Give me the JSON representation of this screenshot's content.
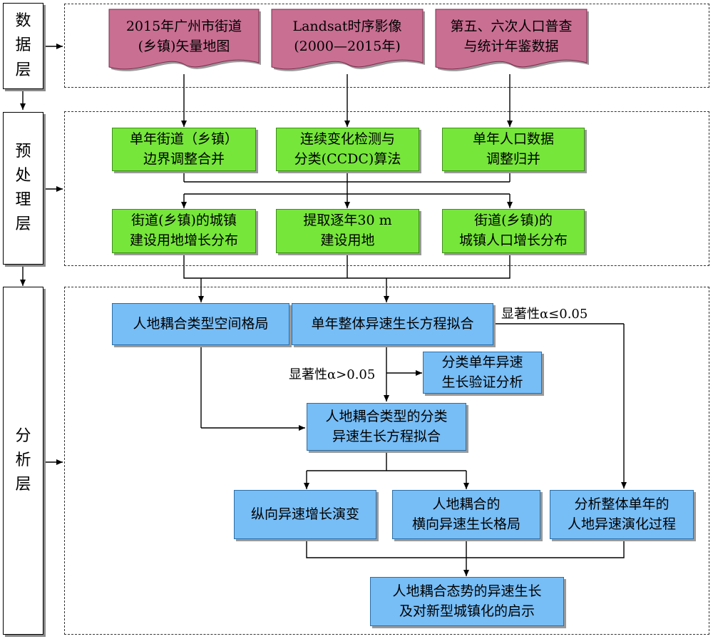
{
  "layers": {
    "data": "数据层",
    "preprocess": "预处理层",
    "analysis": "分析层"
  },
  "sources": {
    "vector_map": "2015年广州市街道\n(乡镇)矢量地图",
    "landsat": "Landsat时序影像\n(2000—2015年)",
    "census": "第五、六次人口普查\n与统计年鉴数据"
  },
  "preprocess": {
    "boundary_merge": "单年街道（乡镇）\n边界调整合并",
    "ccdc": "连续变化检测与\n分类(CCDC)算法",
    "population_merge": "单年人口数据\n调整归并",
    "urban_land_dist": "街道(乡镇)的城镇\n建设用地增长分布",
    "extract_land": "提取逐年30 m\n建设用地",
    "urban_pop_dist": "街道(乡镇)的\n城镇人口增长分布"
  },
  "analysis": {
    "spatial_pattern": "人地耦合类型空间格局",
    "overall_fit": "单年整体异速生长方程拟合",
    "classified_verify": "分类单年异速\n生长验证分析",
    "type_fit": "人地耦合类型的分类\n异速生长方程拟合",
    "vertical_evolution": "纵向异速增长演变",
    "horizontal_pattern": "人地耦合的\n横向异速生长格局",
    "overall_process": "分析整体单年的\n人地异速演化过程",
    "conclusion": "人地耦合态势的异速生长\n及对新型城镇化的启示"
  },
  "notes": {
    "sig_low": "显著性α≤0.05",
    "sig_high": "显著性α>0.05"
  },
  "colors": {
    "source_fill": "#c96f92",
    "process_fill": "#76e63a",
    "analysis_fill": "#77bdf6"
  }
}
